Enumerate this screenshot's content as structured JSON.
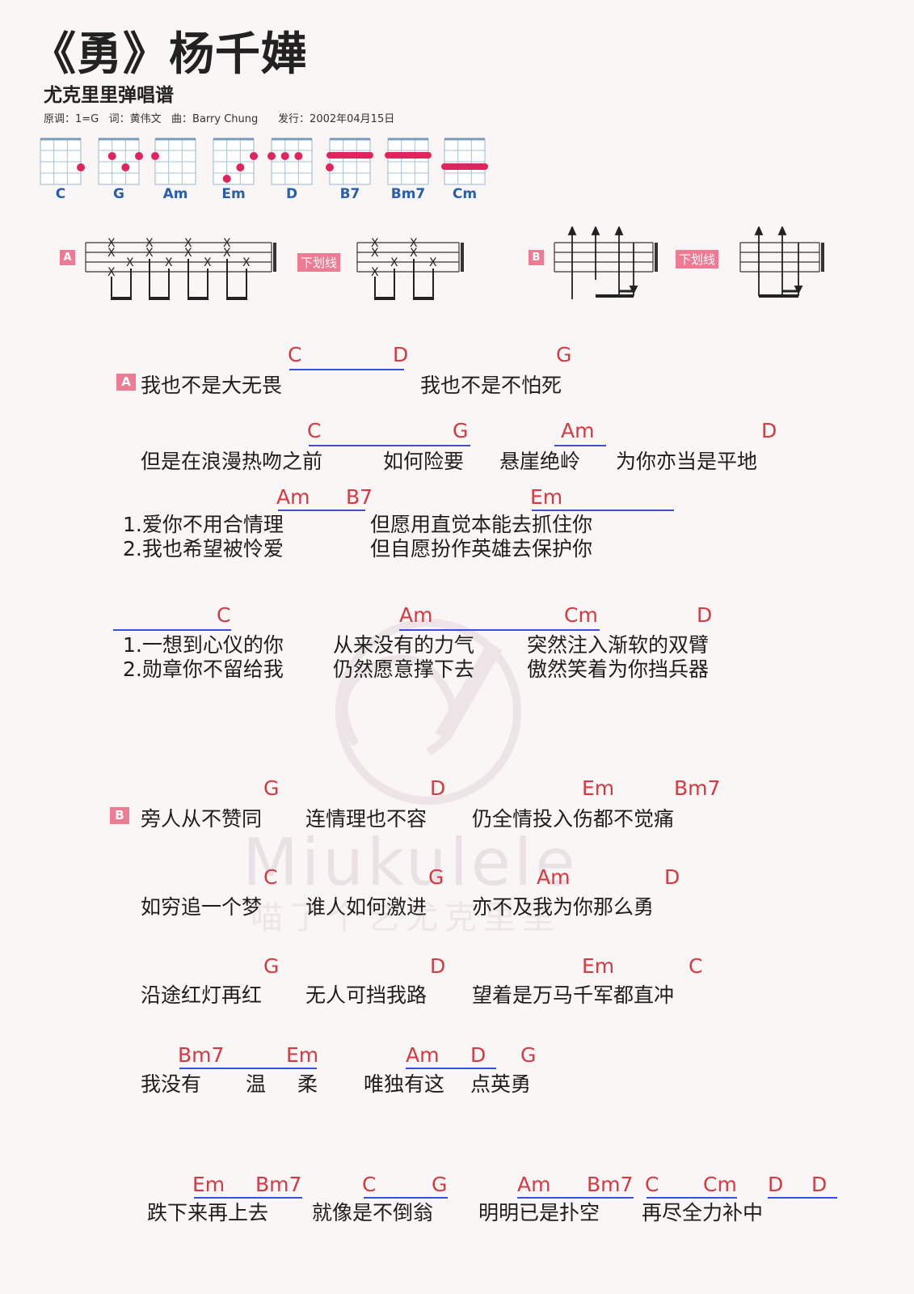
{
  "title": "《勇》杨千嬅",
  "subtitle": "尤克里里弹唱谱",
  "meta": "原调：1=G   词：黄伟文   曲：Barry Chung      发行：2002年04月15日",
  "chords": [
    "C",
    "G",
    "Am",
    "Em",
    "D",
    "B7",
    "Bm7",
    "Cm"
  ],
  "rhythm": {
    "section_a": "A",
    "section_b": "B",
    "hint": "下划线"
  },
  "watermark": {
    "brand": "Miukulele",
    "cn": "喵了个艺尤克里里"
  },
  "section_a_lines": [
    {
      "tag": "A",
      "lyrics": [
        "我也不是大无畏",
        "我也不是不怕死"
      ],
      "chords": [
        "C",
        "D",
        "G"
      ]
    },
    {
      "lyrics": [
        "但是在浪漫热吻之前",
        "如何险要",
        "悬崖绝岭",
        "为你亦当是平地"
      ],
      "chords": [
        "C",
        "G",
        "Am",
        "D"
      ]
    },
    {
      "lyrics": [
        "1.爱你不用合情理",
        "但愿用直觉本能去抓住你",
        "2.我也希望被怜爱",
        "但自愿扮作英雄去保护你"
      ],
      "chords": [
        "Am",
        "B7",
        "Em"
      ]
    },
    {
      "lyrics": [
        "1.一想到心仪的你",
        "从来没有的力气",
        "突然注入渐软的双臂",
        "2.勋章你不留给我",
        "仍然愿意撑下去",
        "傲然笑着为你挡兵器"
      ],
      "chords": [
        "C",
        "Am",
        "Cm",
        "D"
      ]
    }
  ],
  "section_b_lines": [
    {
      "tag": "B",
      "lyrics": [
        "旁人从不赞同",
        "连情理也不容",
        "仍全情投入伤都不觉痛"
      ],
      "chords": [
        "G",
        "D",
        "Em",
        "Bm7"
      ]
    },
    {
      "lyrics": [
        "如穷追一个梦",
        "谁人如何激进",
        "亦不及我为你那么勇"
      ],
      "chords": [
        "C",
        "G",
        "Am",
        "D"
      ]
    },
    {
      "lyrics": [
        "沿途红灯再红",
        "无人可挡我路",
        "望着是万马千军都直冲"
      ],
      "chords": [
        "G",
        "D",
        "Em",
        "C"
      ]
    },
    {
      "lyrics": [
        "我没有",
        "温",
        "柔",
        "唯独有这",
        "点英勇"
      ],
      "chords": [
        "Bm7",
        "Em",
        "Am",
        "D",
        "G"
      ]
    },
    {
      "lyrics": [
        "跌下来再上去",
        "就像是不倒翁",
        "明明已是扑空",
        "再尽全力补中"
      ],
      "chords": [
        "Em",
        "Bm7",
        "C",
        "G",
        "Am",
        "Bm7",
        "C",
        "Cm",
        "D",
        "D"
      ]
    }
  ]
}
